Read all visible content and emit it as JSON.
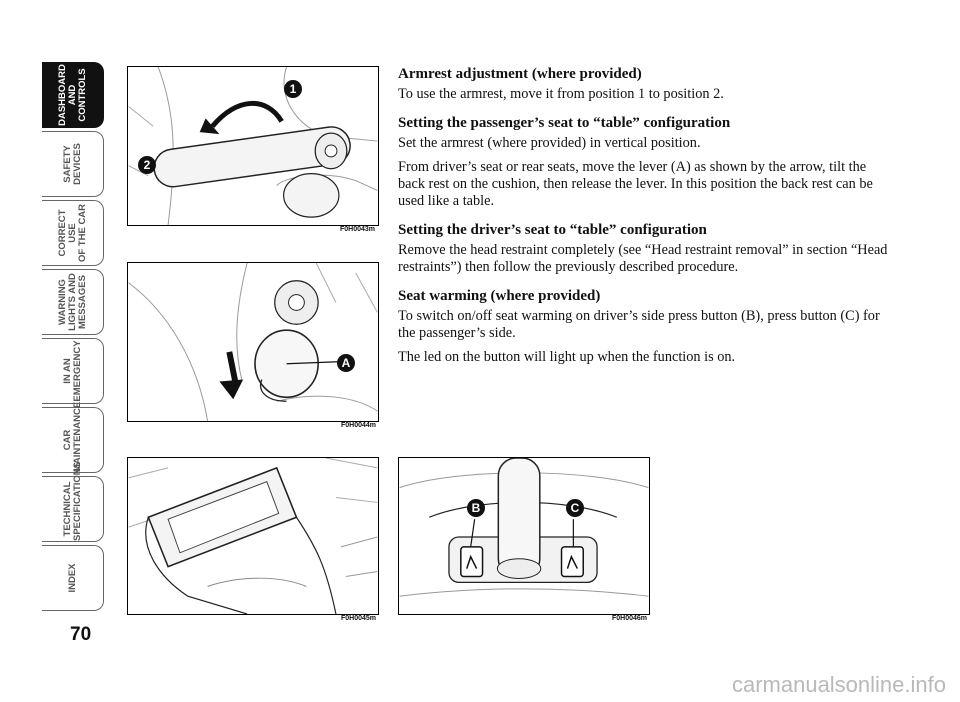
{
  "sidebar": {
    "tabs": [
      {
        "label_line1": "DASHBOARD",
        "label_line2": "AND CONTROLS"
      },
      {
        "label_line1": "SAFETY",
        "label_line2": "DEVICES"
      },
      {
        "label_line1": "CORRECT USE",
        "label_line2": "OF THE CAR"
      },
      {
        "label_line1": "WARNING",
        "label_line2": "LIGHTS AND",
        "label_line3": "MESSAGES"
      },
      {
        "label_line1": "IN AN",
        "label_line2": "EMERGENCY"
      },
      {
        "label_line1": "CAR",
        "label_line2": "MAINTENANCE"
      },
      {
        "label_line1": "TECHNICAL",
        "label_line2": "SPECIFICATIONS"
      },
      {
        "label_line1": "INDEX"
      }
    ],
    "active_tab": "DASHBOARD AND CONTROLS"
  },
  "page_number": "70",
  "figures": {
    "fig1": {
      "code": "F0H0043m",
      "callouts": [
        "1",
        "2"
      ]
    },
    "fig2": {
      "code": "F0H0044m",
      "callouts": [
        "A"
      ]
    },
    "fig3": {
      "code": "F0H0045m"
    },
    "fig4": {
      "code": "F0H0046m",
      "callouts": [
        "B",
        "C"
      ]
    }
  },
  "sections": [
    {
      "title": "Armrest adjustment (where provided)",
      "paragraphs": [
        "To use the armrest, move it from position 1 to position 2."
      ]
    },
    {
      "title": "Setting the passenger’s seat to “table” configuration",
      "paragraphs": [
        "Set the armrest (where provided) in vertical position.",
        "From driver’s seat or rear seats, move the lever (A) as shown by the arrow, tilt the back rest on the cushion, then release the lever. In this position the back rest can be used like a table."
      ]
    },
    {
      "title": "Setting the driver’s seat to “table” configuration",
      "paragraphs": [
        "Remove the head restraint completely (see “Head restraint removal” in section “Head restraints”) then follow the previously described procedure."
      ]
    },
    {
      "title": "Seat warming (where provided)",
      "paragraphs": [
        "To switch on/off seat warming on driver’s side press button (B), press button (C) for the passenger’s side.",
        "The led on the button will light up when the function is on."
      ]
    }
  ],
  "watermark": "carmanualsonline.info",
  "colors": {
    "active_tab": "#111111",
    "tab_border": "#666666",
    "watermark": "#b9b9b9"
  }
}
